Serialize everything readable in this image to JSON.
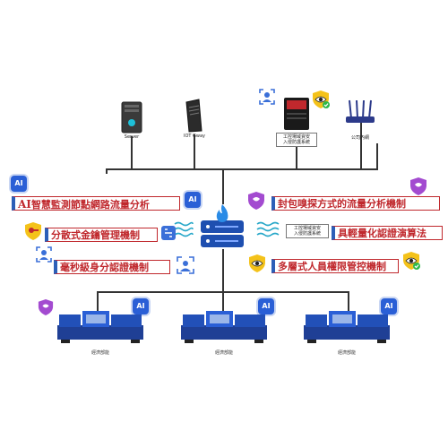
{
  "devices": {
    "server_label": "Server",
    "iot_label": "IOT Gway",
    "security_device_label": "工控場域資安\n入侵防護系統",
    "router_label": "公司內網"
  },
  "center": {
    "sub_box_label": "工控場域資安\n入侵防護系統"
  },
  "features_left": [
    {
      "prefix": "AI",
      "text": "智慧監測節點網路流量分析"
    },
    {
      "text": "分散式金鑰管理機制"
    },
    {
      "text": "毫秒級身分認證機制"
    }
  ],
  "features_right": [
    {
      "text": "封包嗅探方式的流量分析機制"
    },
    {
      "text": "具輕量化認證演算法"
    },
    {
      "text": "多層式人員權限管控機制"
    }
  ],
  "machines": [
    {
      "caption": "經濟部能"
    },
    {
      "caption": "經濟部能"
    },
    {
      "caption": "經濟部能"
    }
  ],
  "chip_text": "AI",
  "colors": {
    "accent_red": "#c0282d",
    "chip_blue": "#2a5fd6",
    "purple": "#a34bd0"
  }
}
